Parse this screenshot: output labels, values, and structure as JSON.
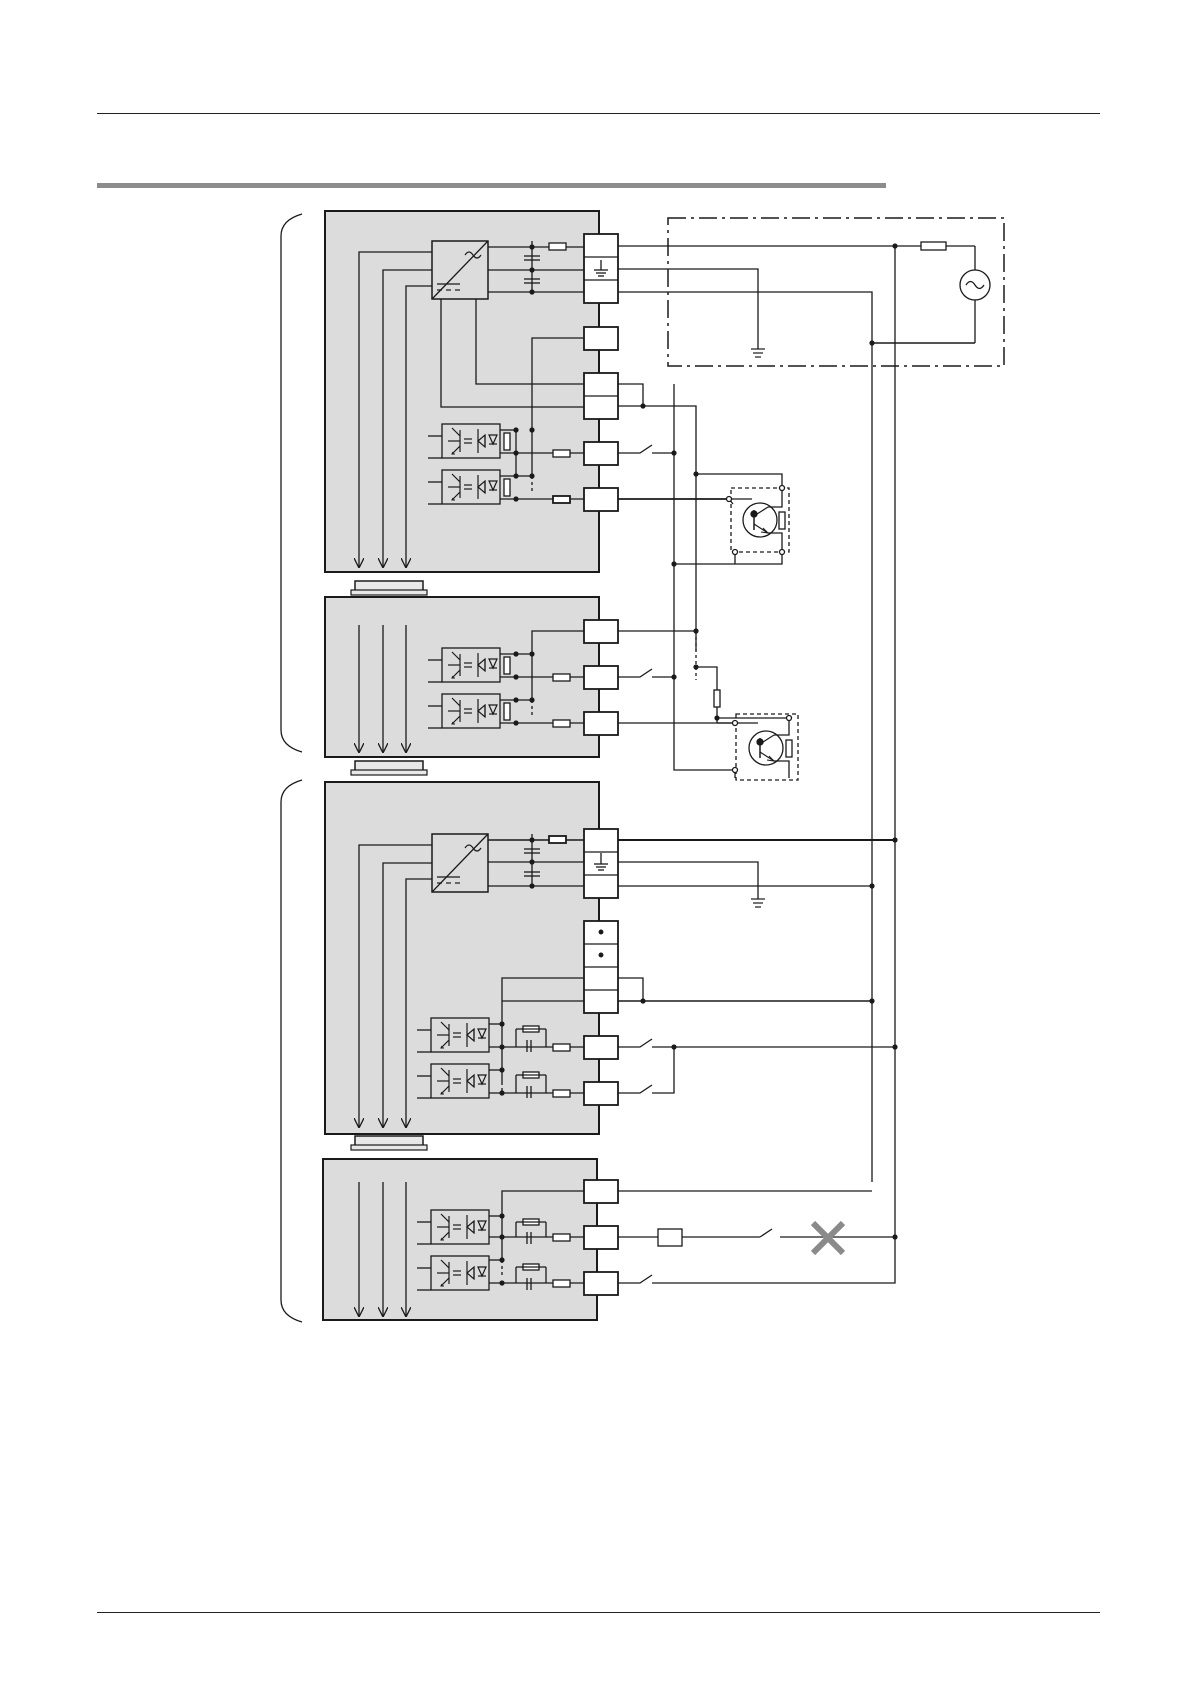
{
  "page": {
    "header_rule": "",
    "section_rule": "",
    "footer_rule": ""
  },
  "diagram": {
    "modules": [
      {
        "name": "module-1-power-input"
      },
      {
        "name": "module-2-input-extension"
      },
      {
        "name": "module-3-power-input"
      },
      {
        "name": "module-4-input-extension"
      }
    ],
    "external_devices": [
      "ac-power-source",
      "npn-sensor-1",
      "npn-sensor-2",
      "ground-symbol-1",
      "ground-symbol-2",
      "load-device",
      "prohibited-connection-mark"
    ],
    "colors": {
      "module_fill": "#dcdcdc",
      "line": "#1a1a1a",
      "x_mark": "#8a8a8a"
    }
  }
}
